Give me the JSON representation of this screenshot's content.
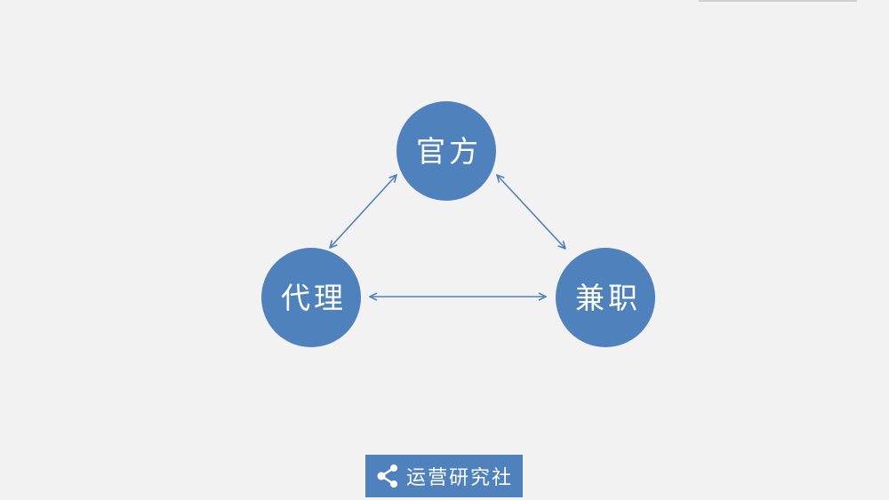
{
  "nodes": {
    "official": "官方",
    "agent": "代理",
    "parttime": "兼职"
  },
  "brand": {
    "icon": "share-icon",
    "text": "运营研究社"
  },
  "colors": {
    "background": "#f2f2f2",
    "node_fill": "#4f81bd",
    "arrow": "#4f81bd",
    "label": "#ffffff"
  }
}
